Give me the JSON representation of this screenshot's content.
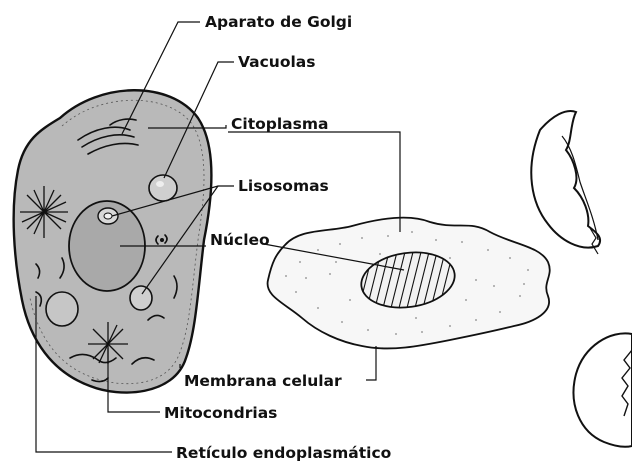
{
  "labels": {
    "golgi": "Aparato de Golgi",
    "vacuolas": "Vacuolas",
    "citoplasma": "Citoplasma",
    "lisosomas": "Lisosomas",
    "nucleo": "Núcleo",
    "membrana": "Membrana celular",
    "mitocondrias": "Mitocondrias",
    "reticulo": "Retículo endoplasmático"
  },
  "colors": {
    "cell_fill": "#b9b9b9",
    "nucleus_fill": "#a9a9a9",
    "organelle_fill": "#cfcfcf",
    "egg_white": "#f7f7f7",
    "ink": "#111111"
  }
}
